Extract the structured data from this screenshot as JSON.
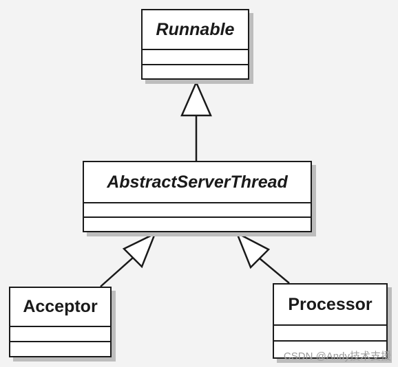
{
  "diagram": {
    "classes": {
      "runnable": {
        "name": "Runnable"
      },
      "abstract_server_thread": {
        "name": "AbstractServerThread"
      },
      "acceptor": {
        "name": "Acceptor"
      },
      "processor": {
        "name": "Processor"
      }
    }
  },
  "watermark": "CSDN @Andy技术支援",
  "colors": {
    "border": "#1a1a1a",
    "shadow": "#bdbdbd",
    "background": "#f3f3f3"
  }
}
